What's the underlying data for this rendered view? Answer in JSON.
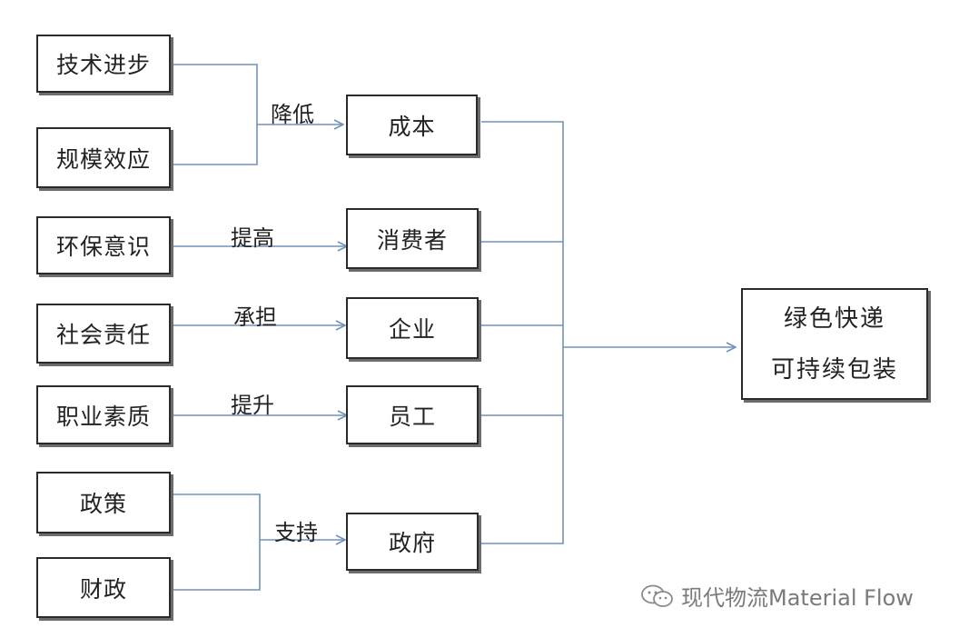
{
  "factors": [
    "技术进步",
    "规模效应",
    "环保意识",
    "社会责任",
    "职业素质",
    "政策",
    "财政"
  ],
  "actions": [
    "降低",
    "提高",
    "承担",
    "提升",
    "支持"
  ],
  "actors": [
    "成本",
    "消费者",
    "企业",
    "员工",
    "政府"
  ],
  "outcome": {
    "line1": "绿色快递",
    "line2": "可持续包装"
  },
  "watermark": {
    "text": "现代物流Material Flow"
  },
  "colors": {
    "line": "#6f93b8",
    "border": "#2a2a2a",
    "shadow": "#6c6c6c"
  }
}
